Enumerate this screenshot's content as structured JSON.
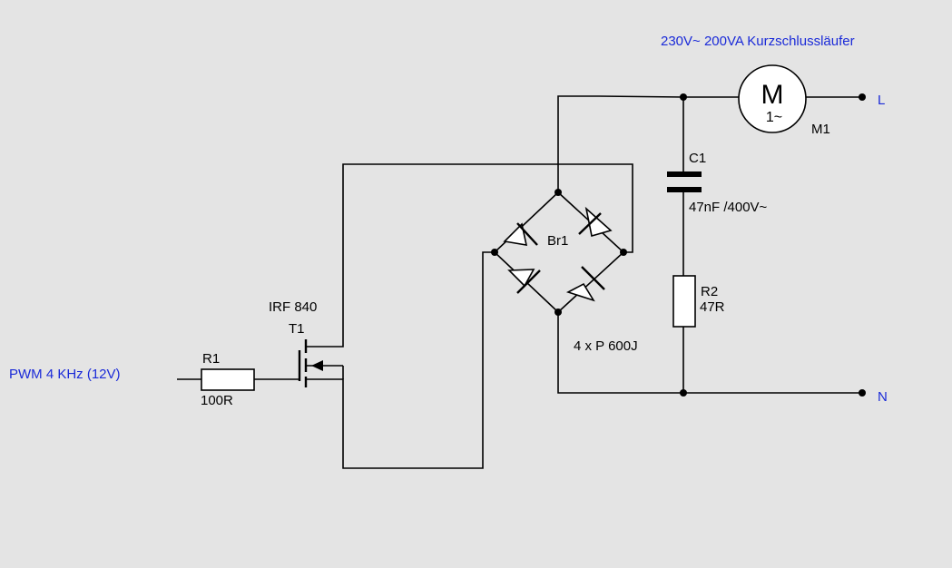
{
  "title": "230V~ 200VA  Kurzschlussläufer",
  "input_label": "PWM  4 KHz  (12V)",
  "terminals": {
    "line": "L",
    "neutral": "N"
  },
  "components": {
    "r1": {
      "ref": "R1",
      "value": "100R"
    },
    "t1": {
      "part": "IRF 840",
      "ref": "T1"
    },
    "br1": {
      "ref": "Br1",
      "diodes": "4 x P 600J"
    },
    "c1": {
      "ref": "C1",
      "value": "47nF /400V~"
    },
    "r2": {
      "ref": "R2",
      "value": "47R"
    },
    "m1": {
      "ref": "M1",
      "symbol": "M",
      "phase": "1~"
    }
  },
  "colors": {
    "background": "#e4e4e4",
    "accent_text": "#1a2ad8",
    "wire": "#000000"
  }
}
